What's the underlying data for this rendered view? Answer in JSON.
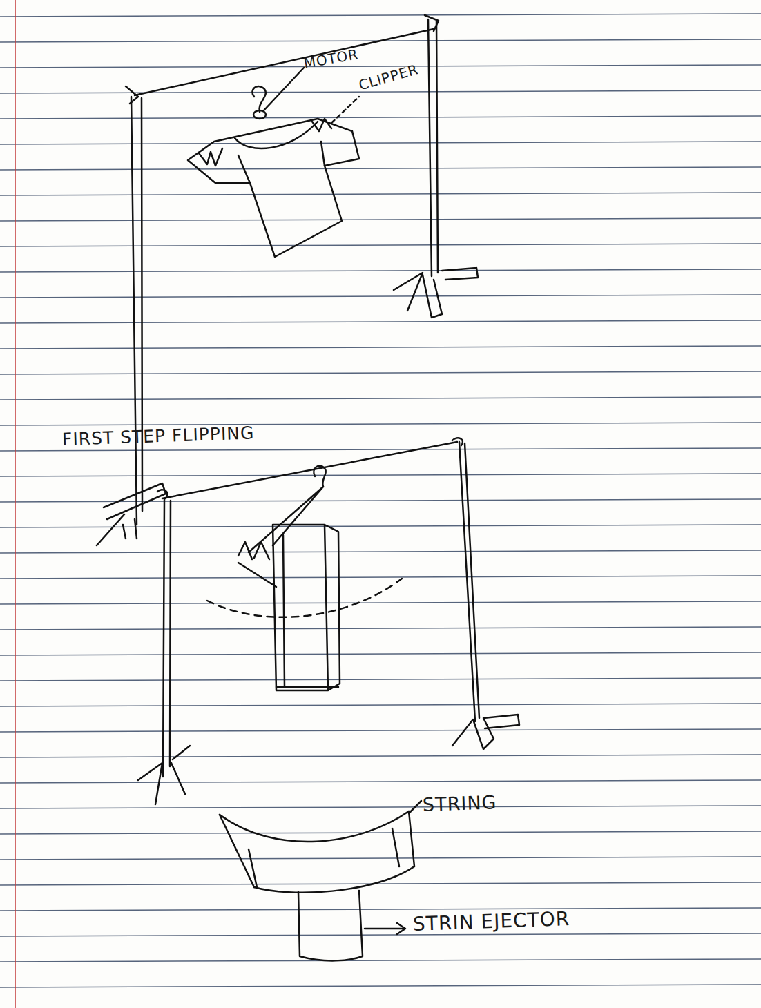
{
  "diagram": {
    "labels": [
      "MOTOR",
      "CLIPPER",
      "FIRST STEP FLIPPING",
      "STRING",
      "STRIN EJECTOR"
    ]
  }
}
